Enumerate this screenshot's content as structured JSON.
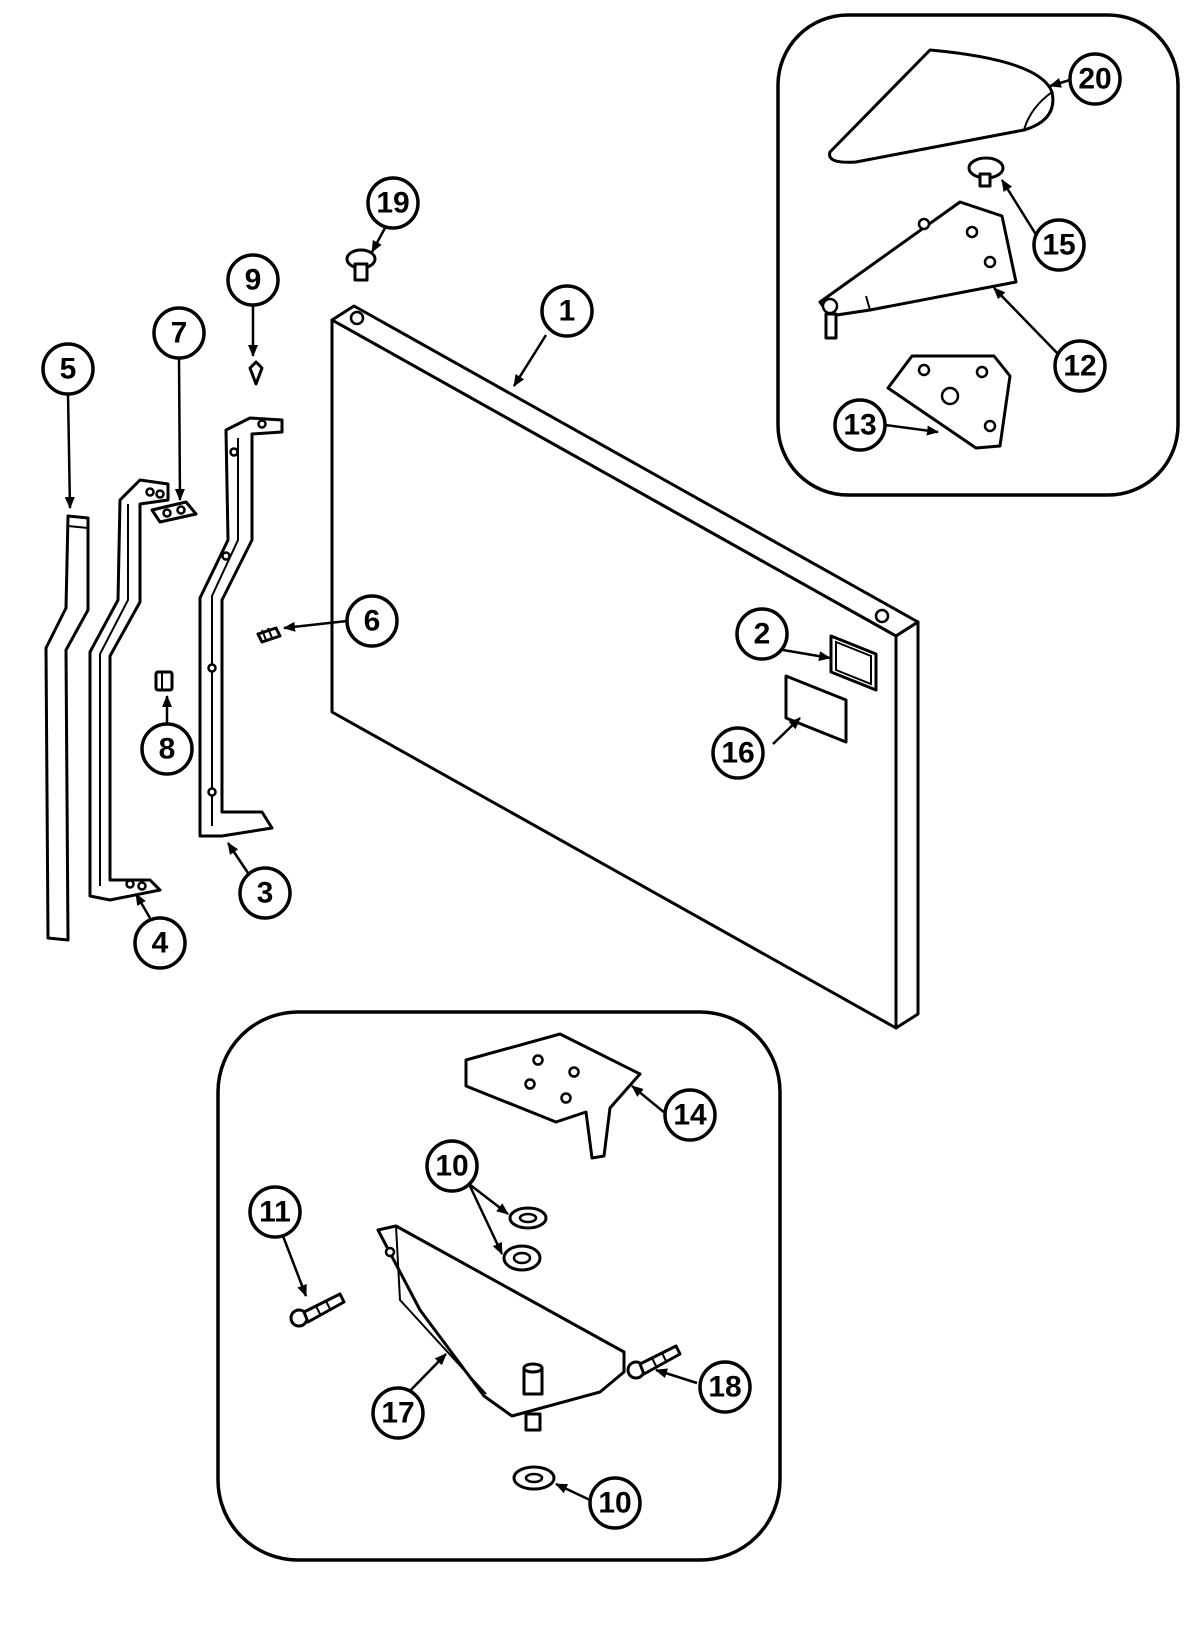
{
  "callouts": {
    "c1": "1",
    "c2": "2",
    "c3": "3",
    "c4": "4",
    "c5": "5",
    "c6": "6",
    "c7": "7",
    "c8": "8",
    "c9": "9",
    "c10a": "10",
    "c10b": "10",
    "c11": "11",
    "c12": "12",
    "c13": "13",
    "c14": "14",
    "c15": "15",
    "c16": "16",
    "c17": "17",
    "c18": "18",
    "c19": "19",
    "c20": "20"
  },
  "colors": {
    "line": "#000000",
    "background": "#ffffff"
  }
}
